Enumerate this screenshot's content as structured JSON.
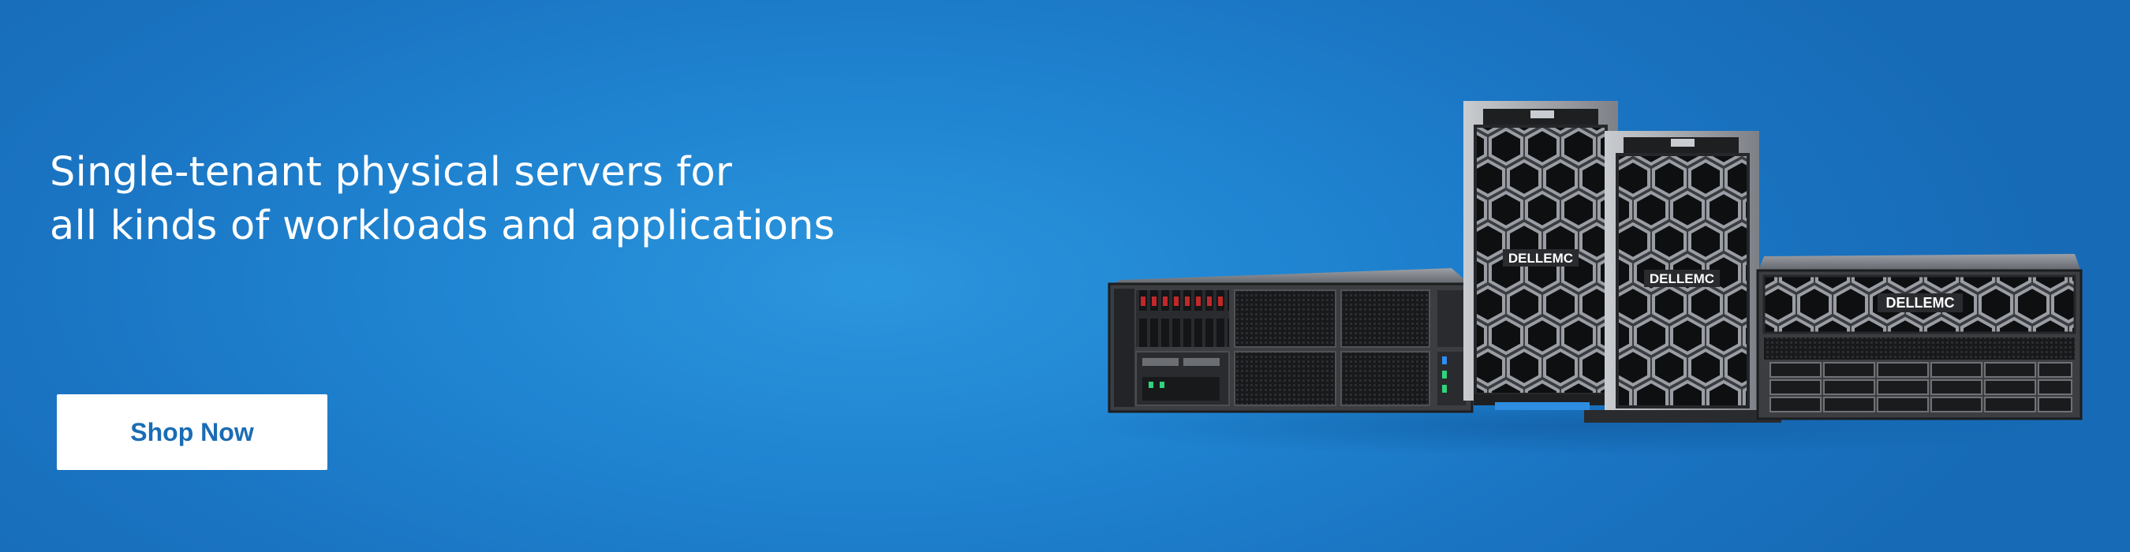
{
  "hero": {
    "headline_line1": "Single-tenant physical servers for",
    "headline_line2": "all kinds of workloads and applications",
    "cta_label": "Shop Now"
  },
  "servers": {
    "brand_logo": "DELLEMC"
  },
  "colors": {
    "background": "#1f83d0",
    "button_bg": "#ffffff",
    "button_text": "#1a6cb4",
    "headline": "#ffffff"
  }
}
